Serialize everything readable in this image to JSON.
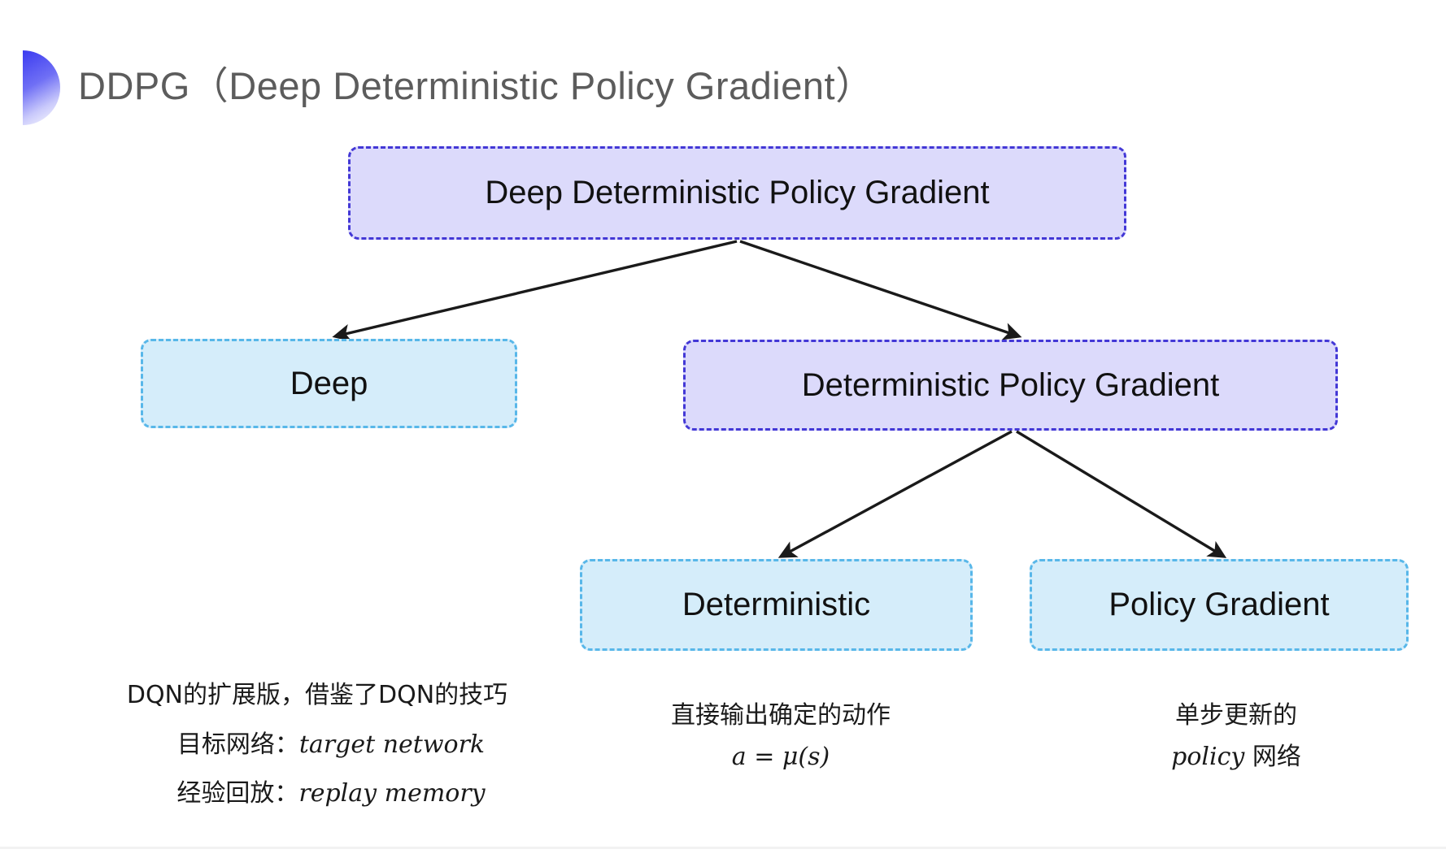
{
  "slide": {
    "title": "DDPG（Deep Deterministic Policy Gradient）",
    "bullet_icon": "half-circle-gradient-icon",
    "background_color": "#ffffff"
  },
  "colors": {
    "purple_fill": "#dcdafb",
    "purple_border": "#4338d6",
    "blue_fill": "#d5edfa",
    "blue_border": "#58b7e9",
    "title_text": "#5c5c5c",
    "arrow": "#1a1a1a"
  },
  "diagram": {
    "type": "tree",
    "nodes": [
      {
        "id": "root",
        "label": "Deep Deterministic Policy Gradient",
        "style": "purple",
        "level": 0
      },
      {
        "id": "deep",
        "label": "Deep",
        "style": "blue",
        "level": 1
      },
      {
        "id": "dpg",
        "label": "Deterministic Policy Gradient",
        "style": "purple",
        "level": 1
      },
      {
        "id": "det",
        "label": "Deterministic",
        "style": "blue",
        "level": 2
      },
      {
        "id": "pg",
        "label": "Policy Gradient",
        "style": "blue",
        "level": 2
      }
    ],
    "edges": [
      {
        "from": "root",
        "to": "deep"
      },
      {
        "from": "root",
        "to": "dpg"
      },
      {
        "from": "dpg",
        "to": "det"
      },
      {
        "from": "dpg",
        "to": "pg"
      }
    ]
  },
  "captions": {
    "deep": {
      "line1": "DQN的扩展版，借鉴了DQN的技巧",
      "line2_label": "目标网络：",
      "line2_term": "target network",
      "line3_label": "经验回放：",
      "line3_term": "replay memory"
    },
    "deterministic": {
      "line1": "直接输出确定的动作",
      "formula": "a = μ(s)"
    },
    "policy_gradient": {
      "line1": "单步更新的",
      "line2_term": "policy",
      "line2_suffix": " 网络"
    }
  }
}
